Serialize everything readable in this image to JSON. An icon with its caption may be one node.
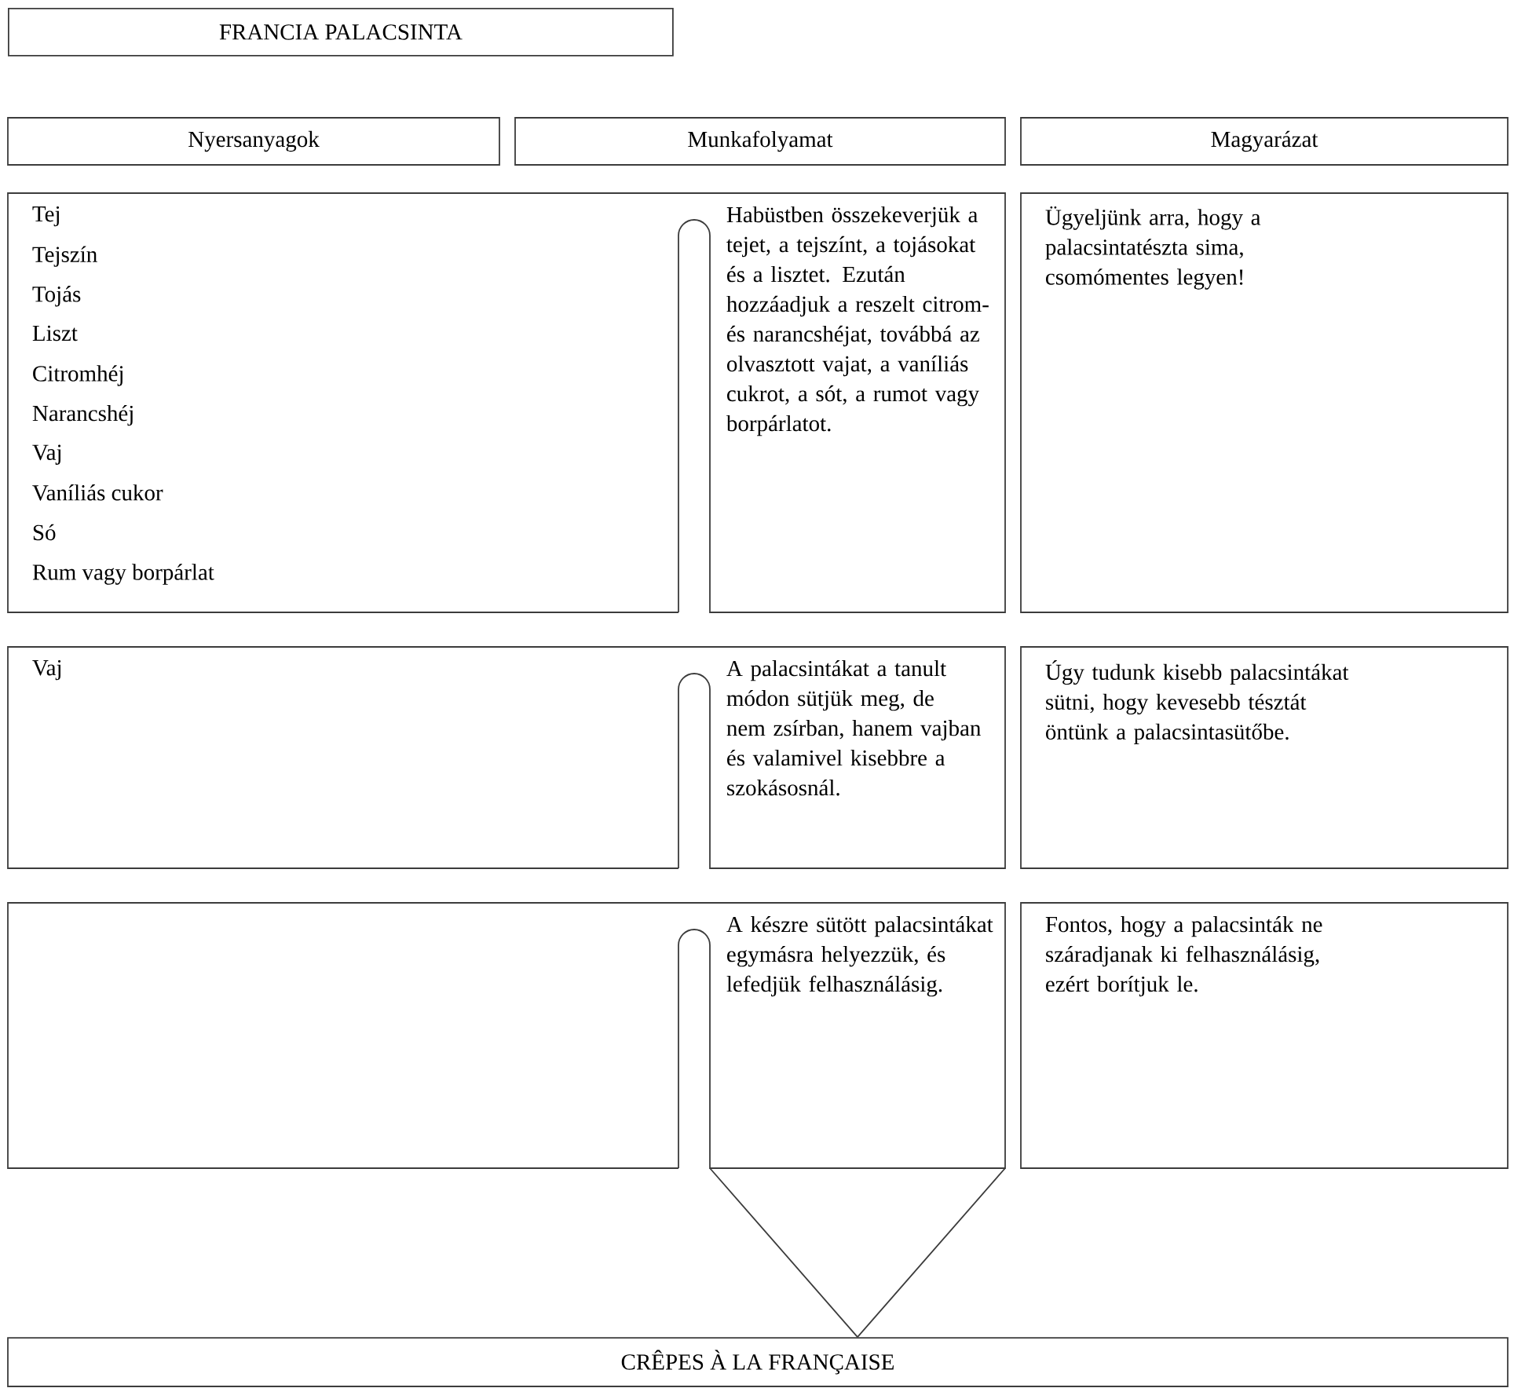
{
  "diagram": {
    "title": "FRANCIA PALACSINTA",
    "nodes": [
      {
        "text": [
          "Nyersanyagok"
        ]
      },
      {
        "text": [
          "Munkafolyamat"
        ]
      },
      {
        "text": [
          "Magyarázat"
        ]
      },
      {
        "text": [
          "Tej",
          "Tejszín",
          "Tojás",
          "Liszt",
          "Citromhéj",
          "Narancshéj",
          "Vaj",
          "Vaníliás cukor",
          "Só",
          "Rum vagy borpárlat",
          "Habüstben összekeverjük a tejet, a tejszínt, a tojásokat és a lisztet. Ezután hozzáadjuk a reszelt citrom- és narancshéjat, továbbá az olvasztott vajat, a vaníliás cukrot, a sót, a rumot vagy borpárlatot."
        ]
      },
      {
        "text": [
          "Ügyeljünk arra, hogy a palacsintatészta sima, csomómentes legyen!"
        ]
      },
      {
        "text": [
          "Vaj",
          "A palacsintákat a tanult módon sütjük meg, de nem zsírban, hanem vajban és valamivel kisebbre a szokásosnál."
        ]
      },
      {
        "text": [
          "Úgy tudunk kisebb palacsintákat sütni, hogy kevesebb tésztát öntünk a palacsintasütőbe."
        ]
      },
      {
        "text": [
          "A készre sütött palacsintákat egymásra helyezzük, és lefedjük felhasználásig."
        ]
      },
      {
        "text": [
          "Fontos, hogy a palacsinták ne száradjanak ki felhasználásig, ezért borítjuk le."
        ]
      },
      {
        "text": [
          "CRÊPES À LA FRANÇAISE"
        ]
      }
    ],
    "edges": [
      {
        "from": 7,
        "to": 9,
        "arrow": "none"
      }
    ]
  }
}
